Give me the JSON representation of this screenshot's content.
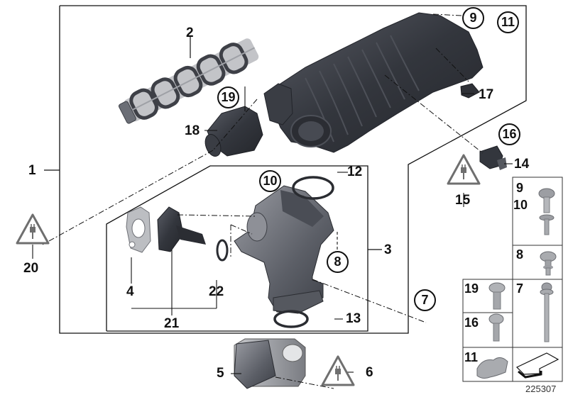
{
  "diagram": {
    "type": "exploded parts diagram",
    "subject": "Intake manifold system with throttle housing, flap control and EGR connection",
    "image_number": "225307",
    "colors": {
      "line": "#111111",
      "part_dark": "#3a3d44",
      "part_mid": "#6b6e76",
      "part_light": "#a8aab0",
      "warning_icon": "#6f6f6f"
    }
  },
  "callouts": {
    "p1": "1",
    "p2": "2",
    "p3": "3",
    "p4": "4",
    "p5": "5",
    "p6": "6",
    "p7": "7",
    "p8": "8",
    "p9": "9",
    "p10": "10",
    "p11": "11",
    "p12": "12",
    "p13": "13",
    "p14": "14",
    "p15": "15",
    "p16": "16",
    "p17": "17",
    "p18": "18",
    "p19": "19",
    "p20": "20",
    "p21": "21",
    "p22": "22"
  },
  "circled_callouts": [
    "9",
    "11",
    "19",
    "10",
    "16",
    "8",
    "7"
  ],
  "warning_icons": [
    {
      "id": "15",
      "icon": "electrical-plug-warning-icon"
    },
    {
      "id": "20",
      "icon": "electrical-plug-warning-icon"
    },
    {
      "id": "6",
      "icon": "electrical-plug-warning-icon"
    }
  ],
  "fastener_table": {
    "cells": [
      {
        "labels": [
          "9",
          "10"
        ],
        "part": "hex flange bolt with collar"
      },
      {
        "labels": [
          "8"
        ],
        "part": "torx flange bolt short"
      },
      {
        "labels": [
          "19"
        ],
        "part": "torx pan head screw"
      },
      {
        "labels": [
          "7"
        ],
        "part": "long hex flange bolt"
      },
      {
        "labels": [
          "16"
        ],
        "part": "torx self-tapping screw"
      },
      {
        "labels": [
          "11"
        ],
        "part": "retaining clip"
      },
      {
        "labels": [
          ""
        ],
        "part": "direction arrow icon"
      }
    ]
  }
}
